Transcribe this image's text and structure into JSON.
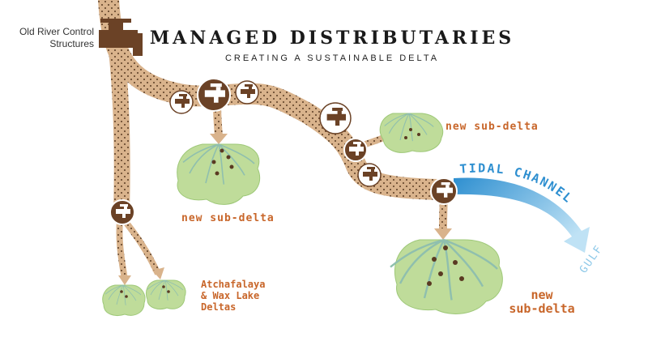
{
  "title": "MANAGED DISTRIBUTARIES",
  "subtitle": "CREATING A SUSTAINABLE DELTA",
  "labels": {
    "source": "Old River Control Structures",
    "sub_delta_1": "new sub-delta",
    "sub_delta_2": "new sub-delta",
    "atchafalaya_line1": "Atchafalaya",
    "atchafalaya_line2": "& Wax Lake",
    "atchafalaya_line3": "Deltas",
    "sub_delta_3_line1": "new",
    "sub_delta_3_line2": "sub-delta",
    "tidal_channel": "TIDAL CHANNEL",
    "gulf": "GULF"
  },
  "colors": {
    "river": "#d9b38c",
    "dots": "#5a3a22",
    "valve_dark": "#6b4226",
    "valve_light": "#ffffff",
    "delta_green": "#bfdc9a",
    "tidal_blue": "#5fb2e0",
    "label_orange": "#c8662a"
  },
  "icons": {
    "valve": "faucet-icon"
  }
}
